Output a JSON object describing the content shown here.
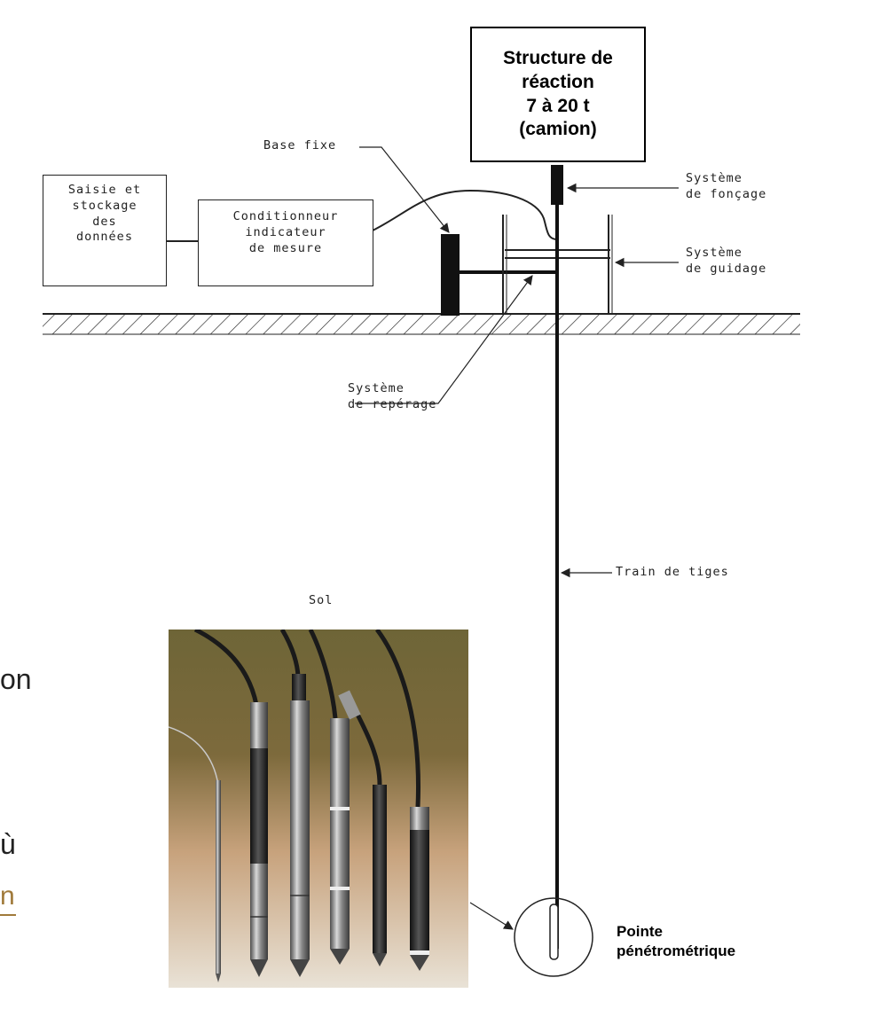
{
  "structure_box": {
    "line1": "Structure de",
    "line2": "réaction",
    "line3": "7 à 20 t",
    "line4": "(camion)"
  },
  "labels": {
    "base_fixe": "Base fixe",
    "systeme_foncage": [
      "Système",
      "de fonçage"
    ],
    "systeme_guidage": [
      "Système",
      "de guidage"
    ],
    "systeme_reperage": [
      "Système",
      "de repérage"
    ],
    "train_de_tiges": "Train de tiges",
    "sol": "Sol",
    "pointe": [
      "Pointe",
      "pénétrométrique"
    ]
  },
  "boxes": {
    "saisie": [
      "Saisie et",
      "stockage",
      "des",
      "données"
    ],
    "conditionneur": [
      "Conditionneur",
      "indicateur",
      "de mesure"
    ]
  },
  "slide_fragments": {
    "on": "on",
    "u_grave": "ù",
    "link_fragment": "n"
  },
  "colors": {
    "ink": "#000000",
    "photo_top": "#6e6537",
    "photo_bottom": "#e9e2d6",
    "link": "#a07a3a"
  }
}
